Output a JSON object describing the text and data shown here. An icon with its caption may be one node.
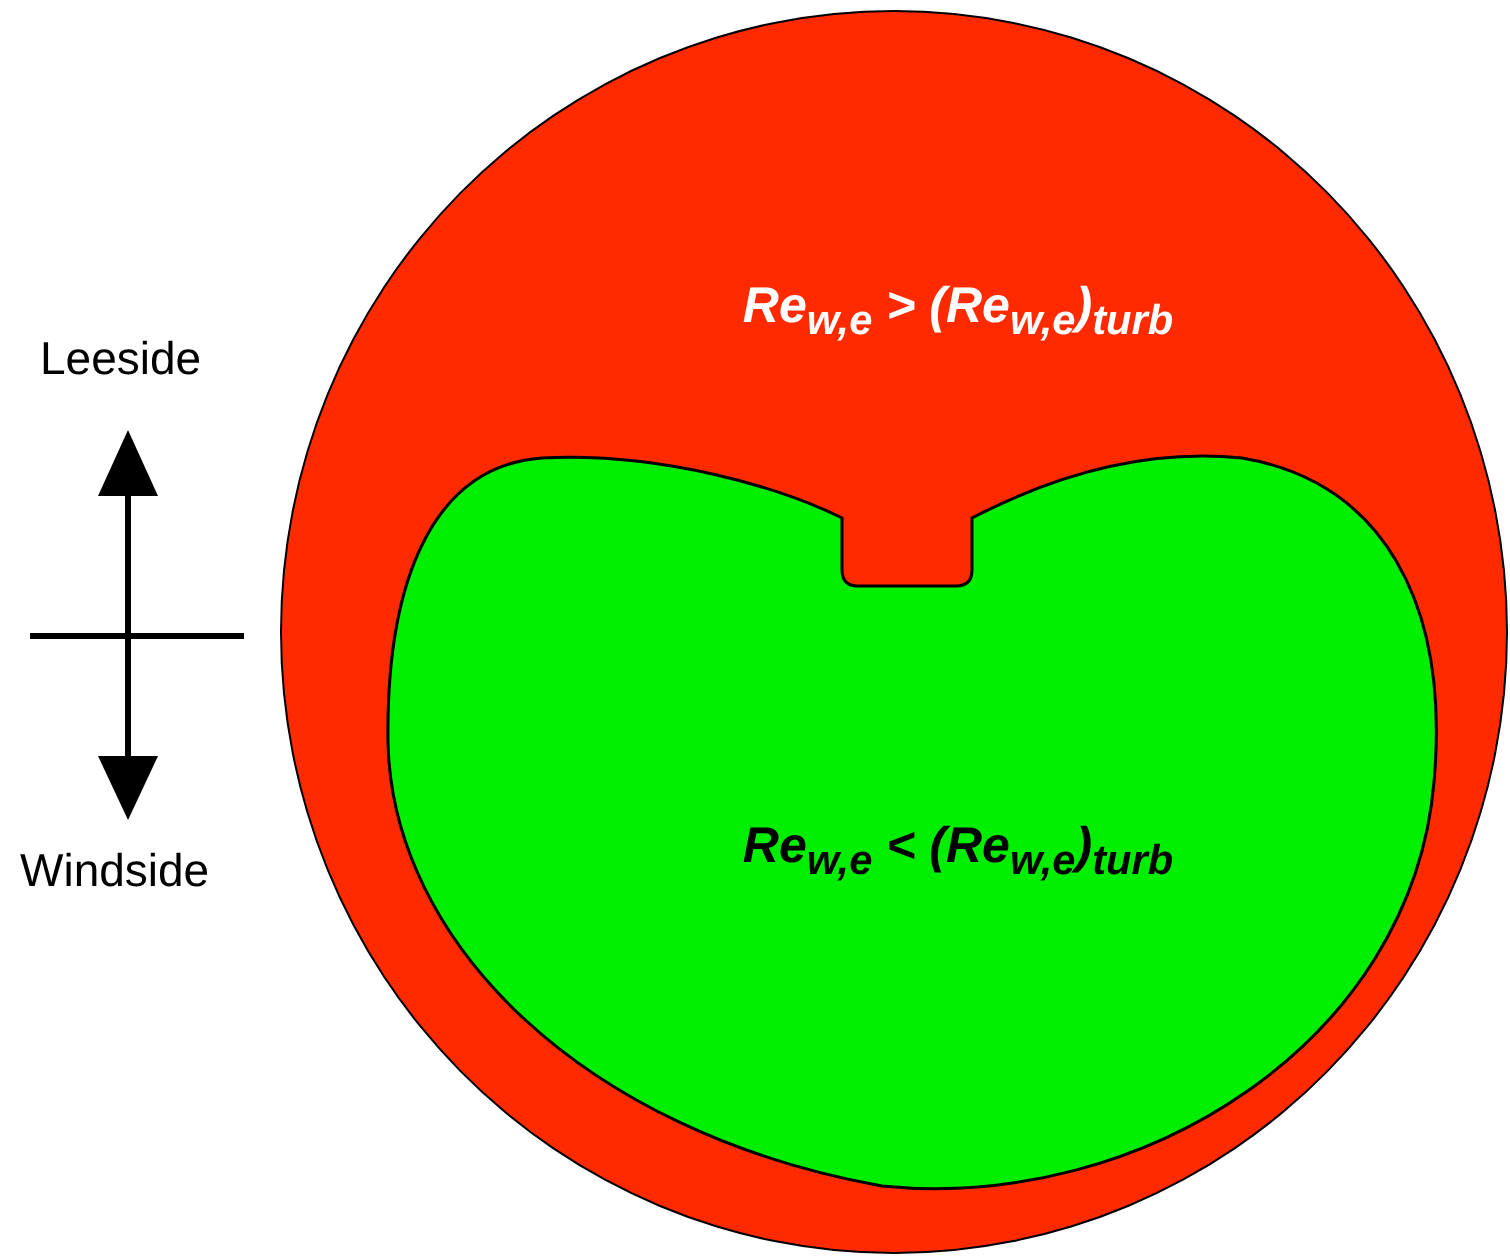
{
  "diagram": {
    "nodes": [
      {
        "text": [
          "Re$_{w,e}$ > (Re$_{w,e}$)$_{turb}$"
        ]
      },
      {
        "text": [
          "Re$_{w,e}$ < (Re$_{w,e}$)$_{turb}$"
        ],
        "in": 0
      }
    ],
    "labels": [
      "Leeside",
      "Windside"
    ]
  }
}
